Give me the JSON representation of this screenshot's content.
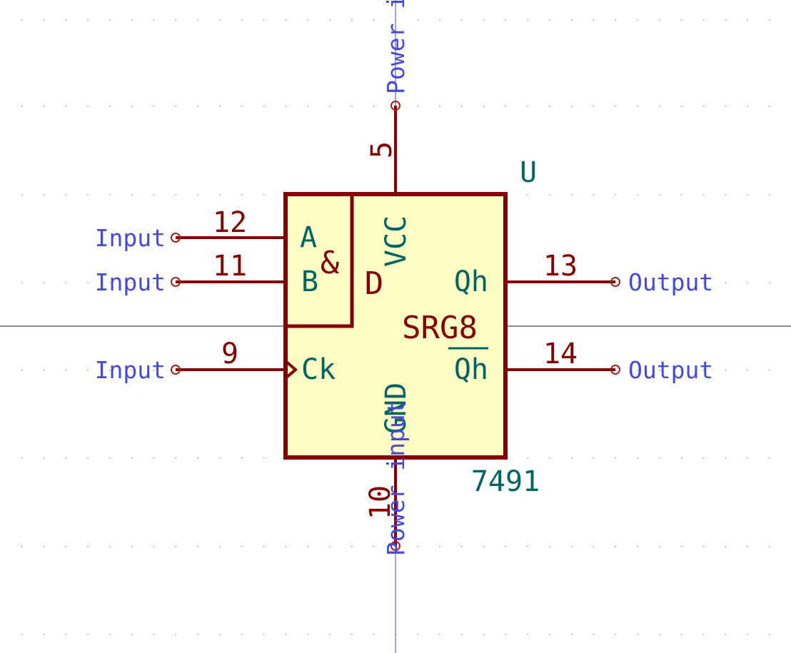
{
  "symbol": {
    "reference": "U",
    "value": "7491",
    "function_label": "SRG8",
    "and_label": "&",
    "data_label": "D"
  },
  "pins": {
    "p12": {
      "number": "12",
      "name": "A",
      "type": "Input"
    },
    "p11": {
      "number": "11",
      "name": "B",
      "type": "Input"
    },
    "p9": {
      "number": "9",
      "name": "Ck",
      "type": "Input"
    },
    "p5": {
      "number": "5",
      "name": "VCC",
      "type": "Power input"
    },
    "p10": {
      "number": "10",
      "name": "GND",
      "type": "Power input"
    },
    "p13": {
      "number": "13",
      "name": "Qh",
      "type": "Output"
    },
    "p14": {
      "number": "14",
      "name": "Qh",
      "type": "Output"
    }
  },
  "colors": {
    "body_fill": "#fdfdc4",
    "outline": "#840000",
    "pin_name": "#006464",
    "electrical_type": "#4848d8",
    "background": "#ffffff"
  }
}
